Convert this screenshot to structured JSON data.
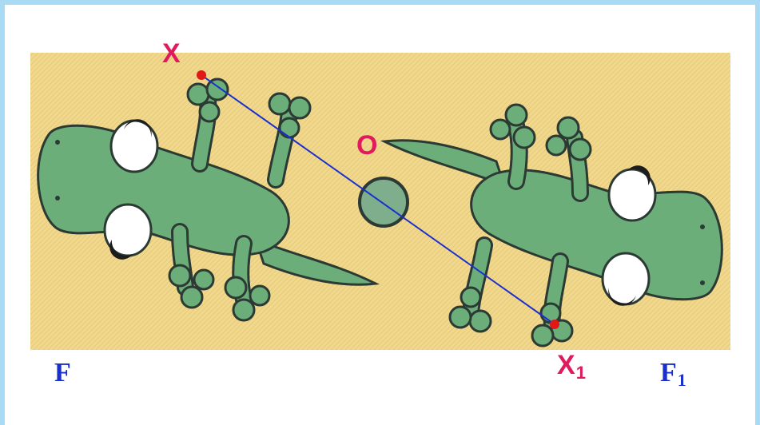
{
  "labels": {
    "point_x": "X",
    "center": "O",
    "point_x1_main": "X",
    "point_x1_sub": "1",
    "figure_f": "F",
    "figure_f1_main": "F",
    "figure_f1_sub": "1"
  },
  "colors": {
    "frame": "#a9dcf4",
    "background_band": "#f1d88c",
    "lizard_fill": "#6cae7a",
    "lizard_outline": "#2c3a34",
    "segment": "#1a2fd0",
    "point_marker": "#e01818",
    "point_label": "#e01a5c",
    "figure_label": "#1a30c8"
  },
  "icons": [
    "lizard-figure",
    "lizard-figure-reflected",
    "center-dot"
  ]
}
